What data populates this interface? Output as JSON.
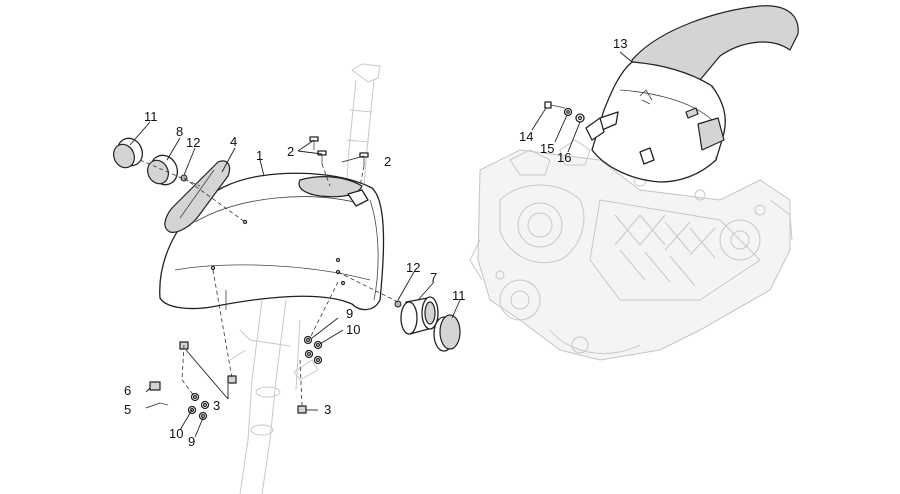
{
  "diagram": {
    "callouts": [
      {
        "id": "c1",
        "text": "1"
      },
      {
        "id": "c2a",
        "text": "2"
      },
      {
        "id": "c2b",
        "text": "2"
      },
      {
        "id": "c3a",
        "text": "3"
      },
      {
        "id": "c3b",
        "text": "3"
      },
      {
        "id": "c4",
        "text": "4"
      },
      {
        "id": "c5",
        "text": "5"
      },
      {
        "id": "c6",
        "text": "6"
      },
      {
        "id": "c7",
        "text": "7"
      },
      {
        "id": "c8",
        "text": "8"
      },
      {
        "id": "c9a",
        "text": "9"
      },
      {
        "id": "c9b",
        "text": "9"
      },
      {
        "id": "c10a",
        "text": "10"
      },
      {
        "id": "c10b",
        "text": "10"
      },
      {
        "id": "c11a",
        "text": "11"
      },
      {
        "id": "c11b",
        "text": "11"
      },
      {
        "id": "c12a",
        "text": "12"
      },
      {
        "id": "c12b",
        "text": "12"
      },
      {
        "id": "c13",
        "text": "13"
      },
      {
        "id": "c14",
        "text": "14"
      },
      {
        "id": "c15",
        "text": "15"
      },
      {
        "id": "c16",
        "text": "16"
      }
    ]
  },
  "colors": {
    "background": "#ffffff",
    "line": "#222222",
    "ghost": "#c8c8c8",
    "part_fill_gray": "#d4d4d4"
  }
}
